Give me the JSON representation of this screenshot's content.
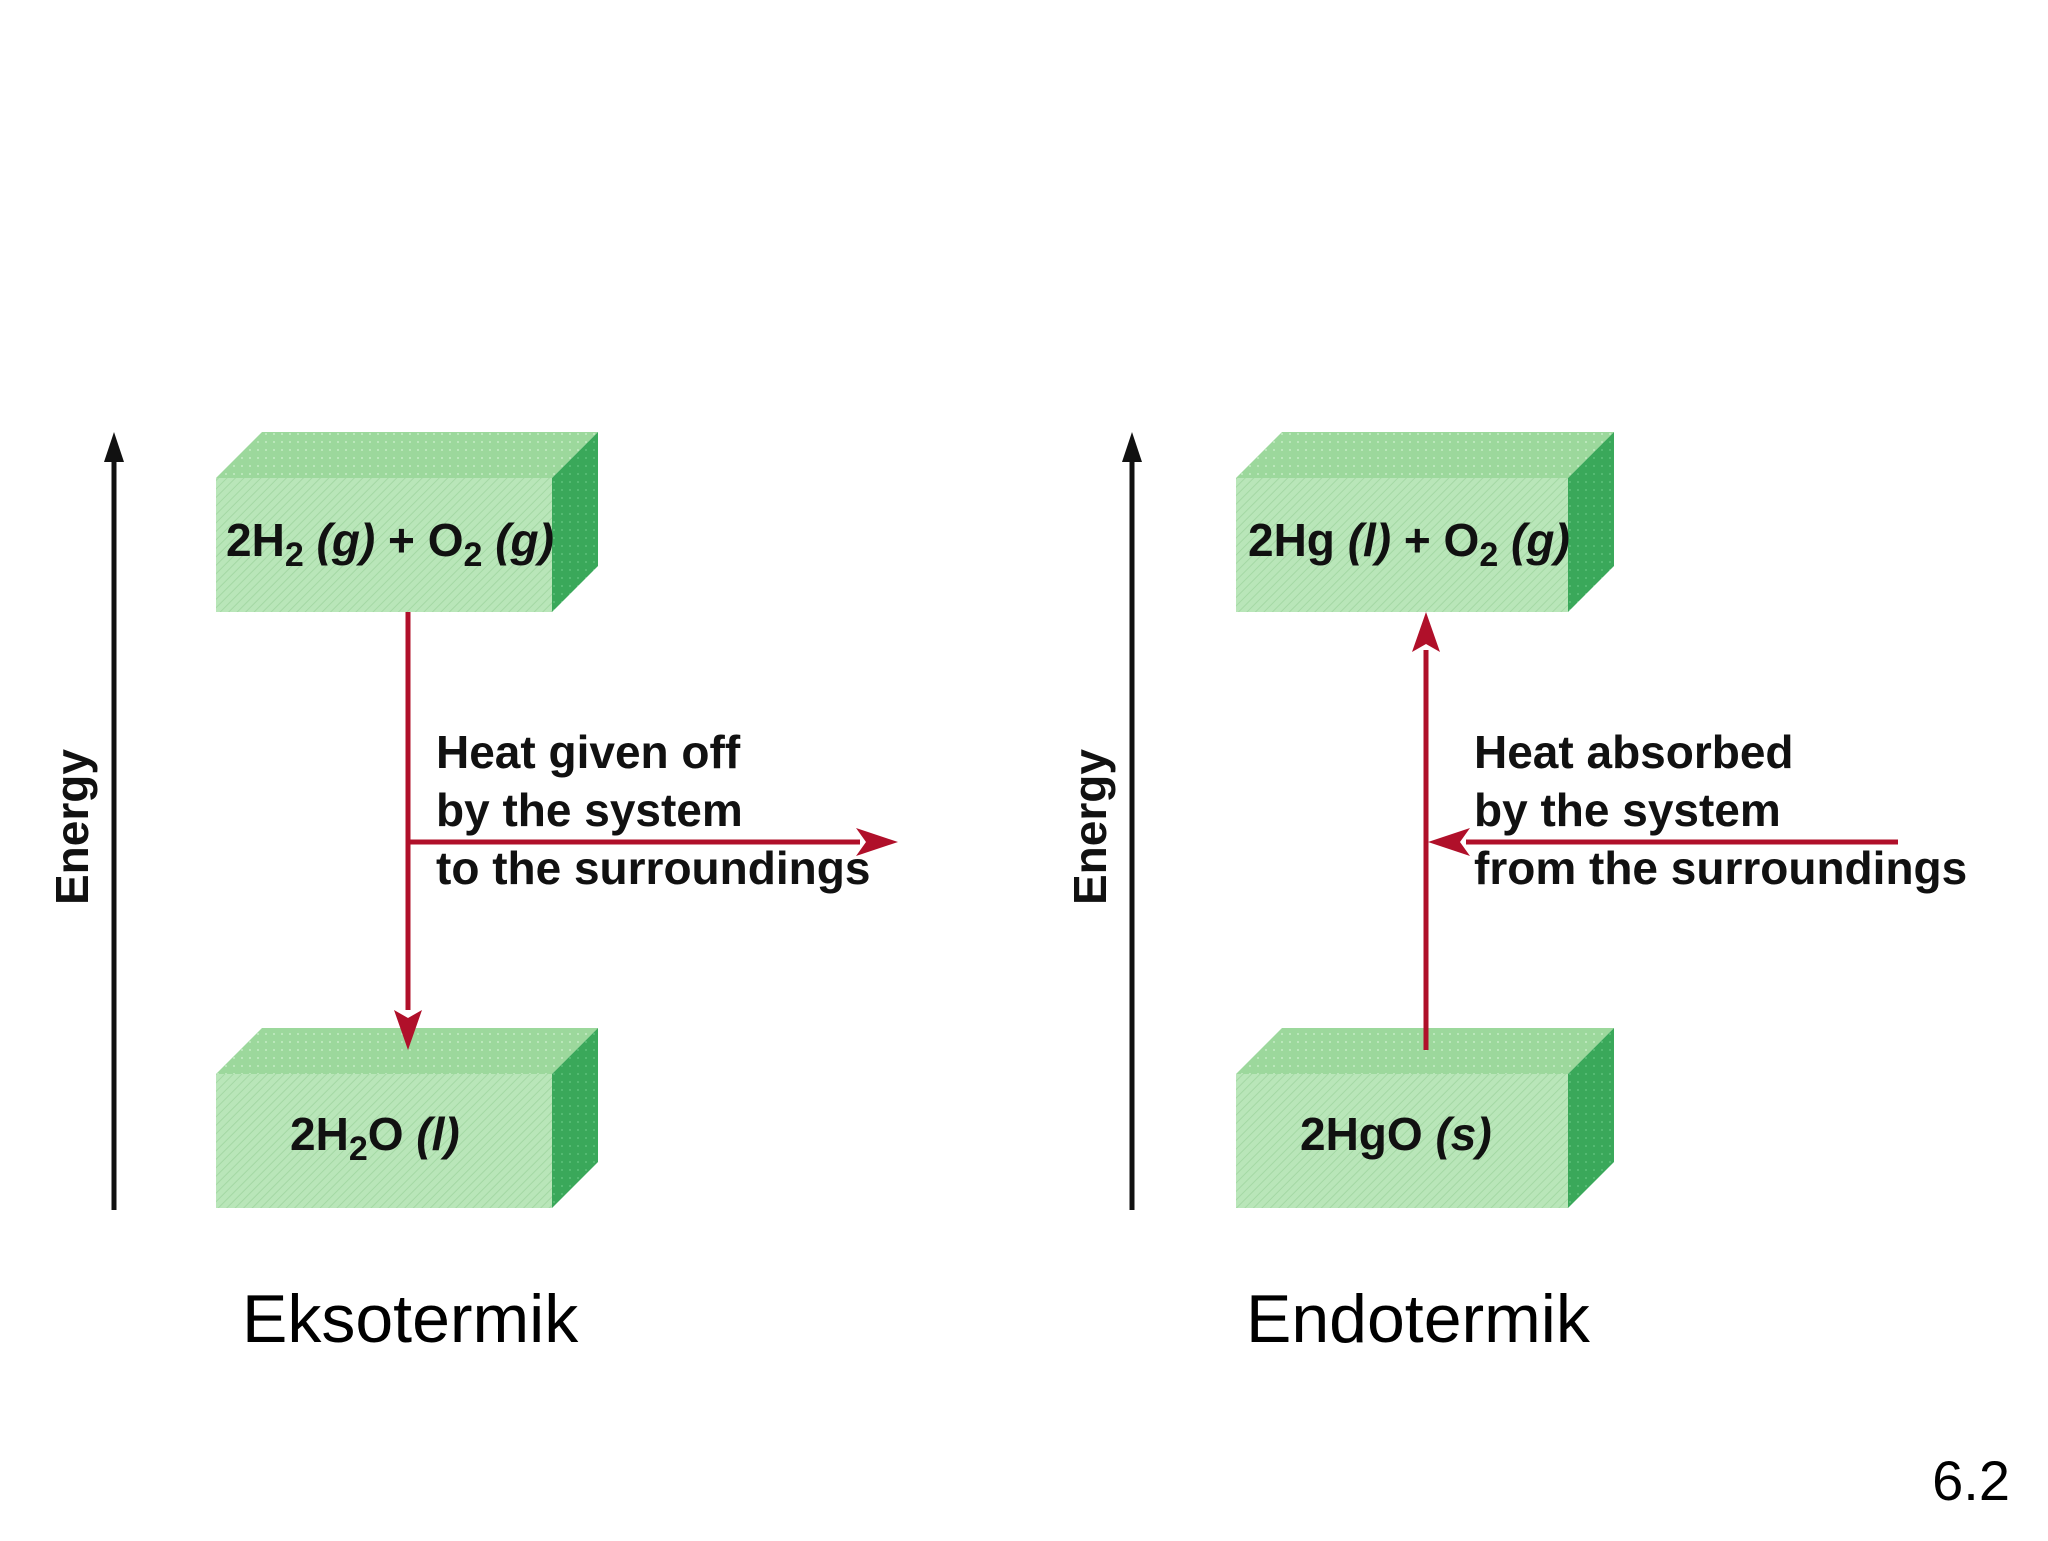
{
  "panels": [
    {
      "axis_label": "Energy",
      "top_box": {
        "parts": [
          [
            "2H",
            false,
            false
          ],
          [
            "2",
            true,
            false
          ],
          [
            " ",
            false,
            false
          ],
          [
            "(g)",
            false,
            true
          ],
          [
            " + O",
            false,
            false
          ],
          [
            "2",
            true,
            false
          ],
          [
            " ",
            false,
            false
          ],
          [
            "(g)",
            false,
            true
          ]
        ]
      },
      "bottom_box": {
        "parts": [
          [
            "2H",
            false,
            false
          ],
          [
            "2",
            true,
            false
          ],
          [
            "O ",
            false,
            false
          ],
          [
            "(l)",
            false,
            true
          ]
        ]
      },
      "heat_lines": [
        "Heat given off",
        "by the system",
        "to the surroundings"
      ],
      "caption": "Eksotermik"
    },
    {
      "axis_label": "Energy",
      "top_box": {
        "parts": [
          [
            "2Hg ",
            false,
            false
          ],
          [
            "(l)",
            false,
            true
          ],
          [
            " + O",
            false,
            false
          ],
          [
            "2",
            true,
            false
          ],
          [
            " ",
            false,
            false
          ],
          [
            "(g)",
            false,
            true
          ]
        ]
      },
      "bottom_box": {
        "parts": [
          [
            "2HgO ",
            false,
            false
          ],
          [
            "(s)",
            false,
            true
          ]
        ]
      },
      "heat_lines": [
        "Heat absorbed",
        "by the system",
        "from the surroundings"
      ],
      "caption": "Endotermik"
    }
  ],
  "slide_number": "6.2",
  "colors": {
    "box_front": "#b9e6b9",
    "box_top": "#9cd89c",
    "box_side": "#3aa85a",
    "arrow": "#b0102a",
    "axis": "#111111"
  }
}
